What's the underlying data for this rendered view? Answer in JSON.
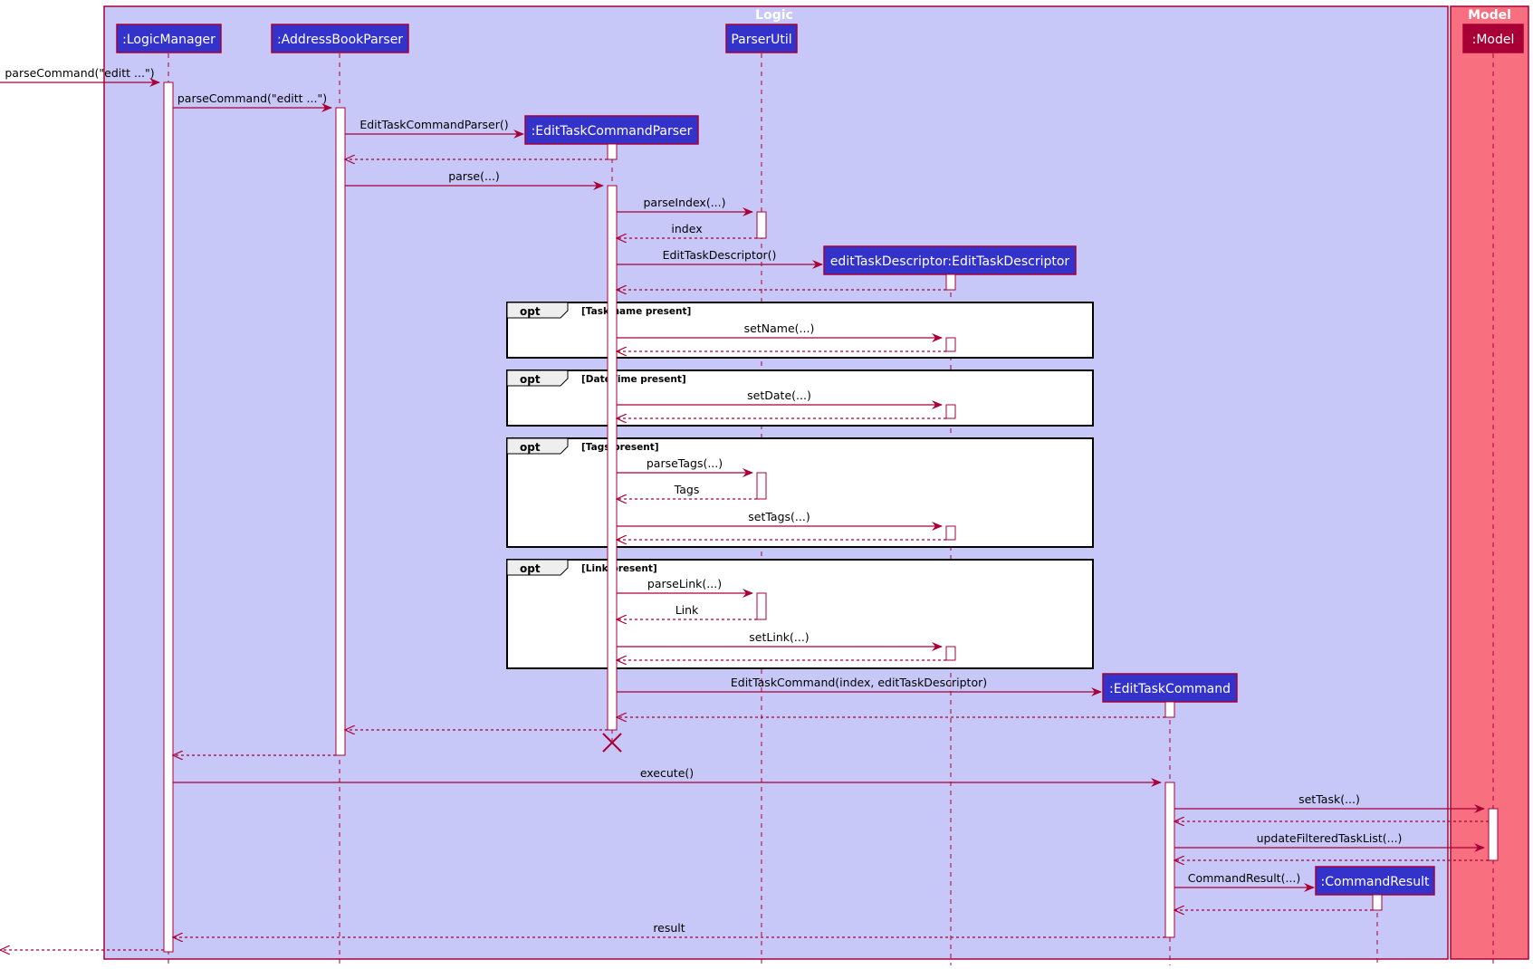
{
  "colors": {
    "logic_fill": "#C8C8F8",
    "model_fill": "#F87080",
    "border": "#A80036",
    "participant_fill": "#3333CC",
    "model_participant_fill": "#A80036",
    "arrow": "#A80036"
  },
  "boxes": {
    "logic": "Logic",
    "model": "Model"
  },
  "participants": {
    "logic_manager": ":LogicManager",
    "address_book_parser": ":AddressBookParser",
    "edit_task_command_parser": ":EditTaskCommandParser",
    "parser_util": "ParserUtil",
    "edit_task_descriptor": "editTaskDescriptor:EditTaskDescriptor",
    "edit_task_command": ":EditTaskCommand",
    "command_result": ":CommandResult",
    "model": ":Model"
  },
  "messages": {
    "parse_command_outer": "parseCommand(\"editt ...\")",
    "parse_command_inner": "parseCommand(\"editt ...\")",
    "create_parser": "EditTaskCommandParser()",
    "parse": "parse(...)",
    "parse_index": "parseIndex(...)",
    "index_return": "index",
    "create_descriptor": "EditTaskDescriptor()",
    "set_name": "setName(...)",
    "set_date": "setDate(...)",
    "parse_tags": "parseTags(...)",
    "tags_return": "Tags",
    "set_tags": "setTags(...)",
    "parse_link": "parseLink(...)",
    "link_return": "Link",
    "set_link": "setLink(...)",
    "create_command": "EditTaskCommand(index, editTaskDescriptor)",
    "execute": "execute()",
    "set_task": "setTask(...)",
    "update_filtered": "updateFilteredTaskList(...)",
    "create_result": "CommandResult(...)",
    "result_return": "result"
  },
  "fragments": {
    "opt_label": "opt",
    "guard_name": "[Task name present]",
    "guard_date": "[DateTime present]",
    "guard_tags": "[Tags present]",
    "guard_link": "[Link present]"
  }
}
